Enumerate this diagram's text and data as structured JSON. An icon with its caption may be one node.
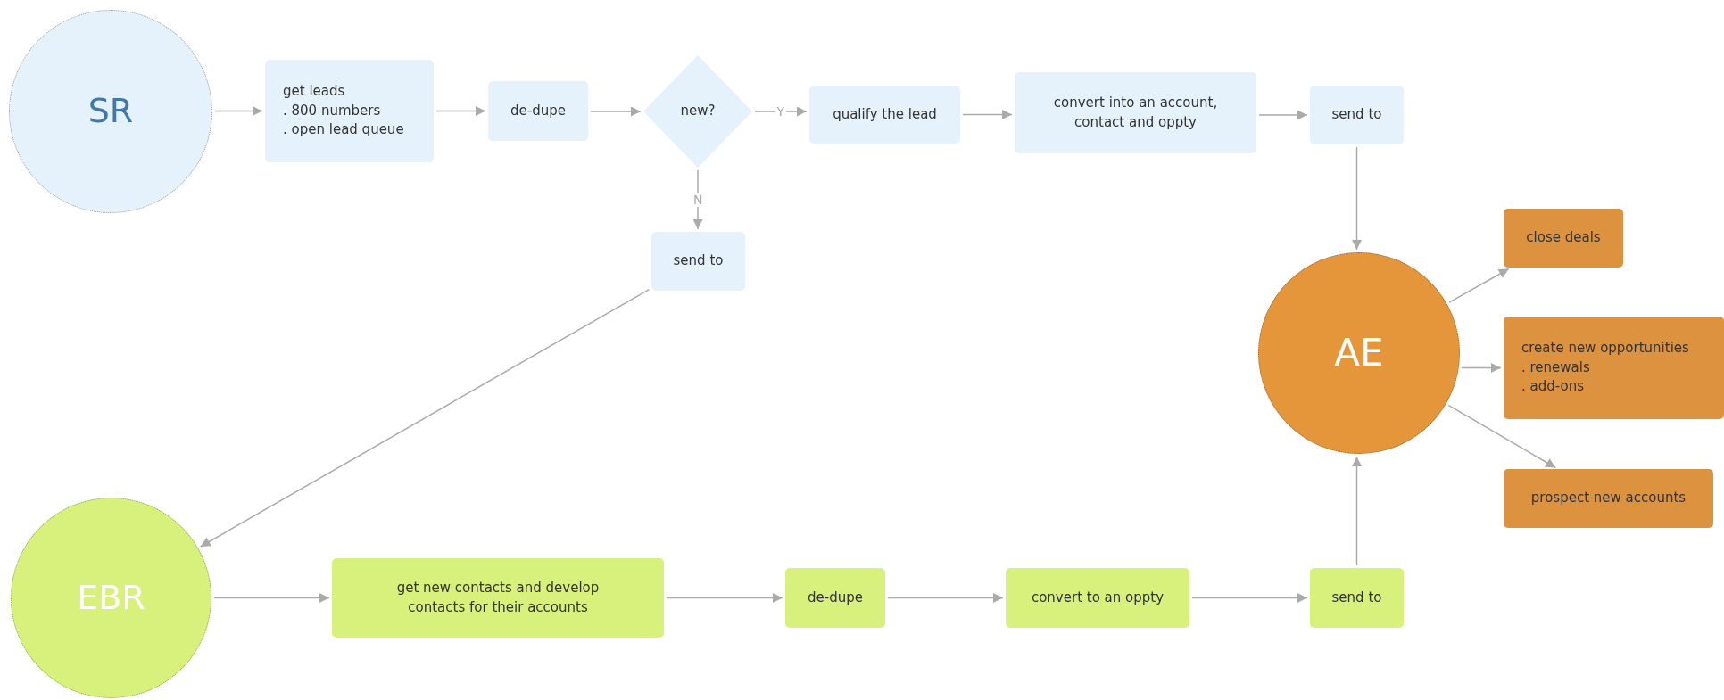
{
  "diagram": {
    "nodes": [
      {
        "text": [
          "SR"
        ]
      },
      {
        "text": [
          "get leads",
          ". 800 numbers",
          ". open lead queue"
        ]
      },
      {
        "text": [
          "de-dupe"
        ]
      },
      {
        "text": [
          "new?"
        ]
      },
      {
        "text": [
          "qualify the lead"
        ]
      },
      {
        "text": [
          "convert into an account, contact and oppty"
        ]
      },
      {
        "text": [
          "send to"
        ]
      },
      {
        "text": [
          "send to"
        ]
      },
      {
        "text": [
          "AE"
        ]
      },
      {
        "text": [
          "close deals"
        ]
      },
      {
        "text": [
          "create new opportunities",
          ". renewals",
          ". add-ons"
        ]
      },
      {
        "text": [
          "prospect new accounts"
        ]
      },
      {
        "text": [
          "EBR"
        ]
      },
      {
        "text": [
          "get new contacts and develop contacts for their accounts"
        ]
      },
      {
        "text": [
          "de-dupe"
        ]
      },
      {
        "text": [
          "convert to an oppty"
        ]
      },
      {
        "text": [
          "send to"
        ]
      }
    ],
    "edges": [
      {
        "from": 0,
        "to": 1,
        "arrow": "to"
      },
      {
        "from": 1,
        "to": 2,
        "arrow": "to"
      },
      {
        "from": 2,
        "to": 3,
        "arrow": "to"
      },
      {
        "from": 3,
        "to": 4,
        "arrow": "to",
        "label": "Y"
      },
      {
        "from": 3,
        "to": 7,
        "arrow": "to",
        "label": "N"
      },
      {
        "from": 4,
        "to": 5,
        "arrow": "to"
      },
      {
        "from": 5,
        "to": 6,
        "arrow": "to"
      },
      {
        "from": 6,
        "to": 8,
        "arrow": "to"
      },
      {
        "from": 7,
        "to": 12,
        "arrow": "to"
      },
      {
        "from": 8,
        "to": 9,
        "arrow": "to"
      },
      {
        "from": 8,
        "to": 10,
        "arrow": "to"
      },
      {
        "from": 8,
        "to": 11,
        "arrow": "to"
      },
      {
        "from": 12,
        "to": 13,
        "arrow": "to"
      },
      {
        "from": 13,
        "to": 14,
        "arrow": "to"
      },
      {
        "from": 14,
        "to": 15,
        "arrow": "to"
      },
      {
        "from": 15,
        "to": 16,
        "arrow": "to"
      },
      {
        "from": 16,
        "to": 8,
        "arrow": "to"
      }
    ]
  }
}
